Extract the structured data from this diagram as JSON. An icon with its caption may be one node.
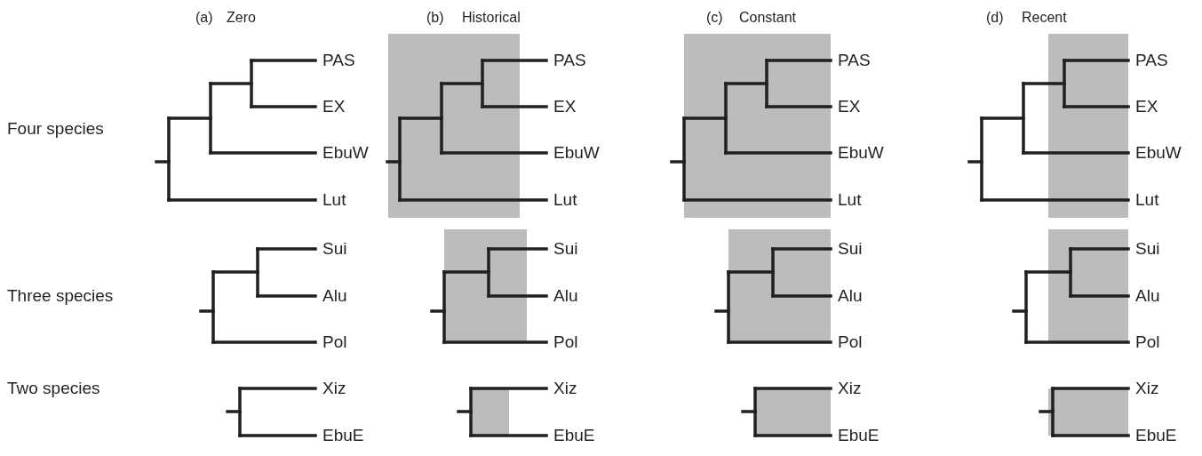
{
  "diagram": {
    "labels": [
      "(a)",
      "Zero",
      "(b)",
      "Historical",
      "(c)",
      "Constant",
      "(d)",
      "Recent",
      "Four species",
      "PAS",
      "EX",
      "EbuW",
      "Lut",
      "PAS",
      "EX",
      "EbuW",
      "Lut",
      "PAS",
      "EX",
      "EbuW",
      "Lut",
      "PAS",
      "EX",
      "EbuW",
      "Lut",
      "Three species",
      "Sui",
      "Alu",
      "Pol",
      "Sui",
      "Alu",
      "Pol",
      "Sui",
      "Alu",
      "Pol",
      "Sui",
      "Alu",
      "Pol",
      "Two species",
      "Xiz",
      "EbuE",
      "Xiz",
      "EbuE",
      "Xiz",
      "EbuE",
      "Xiz",
      "EbuE"
    ]
  }
}
